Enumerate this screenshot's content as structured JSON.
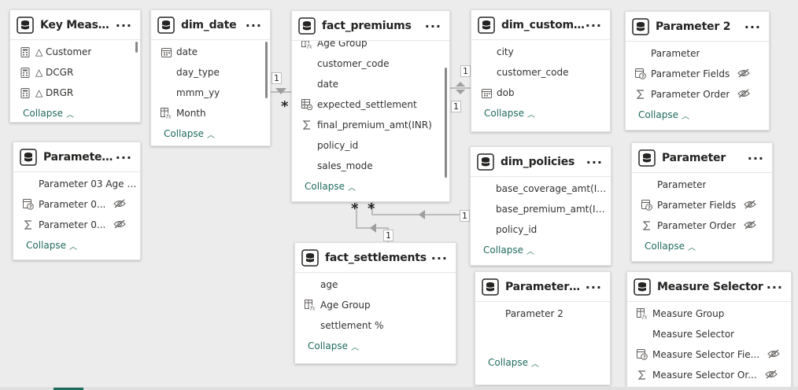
{
  "tables": {
    "key_measures": {
      "title": "Key Measures",
      "fields": [
        {
          "name": "△ Customer",
          "icon": "calculator-icon"
        },
        {
          "name": "△ DCGR",
          "icon": "calculator-icon"
        },
        {
          "name": "△ DRGR",
          "icon": "calculator-icon"
        }
      ],
      "collapse": "Collapse"
    },
    "dim_date": {
      "title": "dim_date",
      "fields": [
        {
          "name": "date",
          "icon": "calendar-icon"
        },
        {
          "name": "day_type",
          "icon": ""
        },
        {
          "name": "mmm_yy",
          "icon": ""
        },
        {
          "name": "Month",
          "icon": "calculated-column-icon"
        }
      ],
      "collapse": "Collapse"
    },
    "fact_premiums": {
      "title": "fact_premiums",
      "fields": [
        {
          "name": "Age Group",
          "icon": "calculated-column-icon"
        },
        {
          "name": "customer_code",
          "icon": ""
        },
        {
          "name": "date",
          "icon": ""
        },
        {
          "name": "expected_settlement",
          "icon": "calculated-table-icon"
        },
        {
          "name": "final_premium_amt(INR)",
          "icon": "sigma-icon"
        },
        {
          "name": "policy_id",
          "icon": ""
        },
        {
          "name": "sales_mode",
          "icon": ""
        }
      ],
      "collapse": "Collapse"
    },
    "dim_customer": {
      "title": "dim_customer",
      "fields": [
        {
          "name": "city",
          "icon": ""
        },
        {
          "name": "customer_code",
          "icon": ""
        },
        {
          "name": "dob",
          "icon": "calendar-icon"
        }
      ],
      "collapse": "Collapse"
    },
    "parameter_2": {
      "title": "Parameter 2",
      "fields": [
        {
          "name": "Parameter",
          "icon": ""
        },
        {
          "name": "Parameter Fields",
          "icon": "parameter-field-icon",
          "hidden": true
        },
        {
          "name": "Parameter Order",
          "icon": "sigma-icon",
          "hidden": true
        }
      ],
      "collapse": "Collapse"
    },
    "parameter_03": {
      "title": "Parameter 0...",
      "fields": [
        {
          "name": "Parameter 03 Age Gr...",
          "icon": ""
        },
        {
          "name": "Parameter 0...",
          "icon": "parameter-field-icon",
          "hidden": true
        },
        {
          "name": "Parameter 0...",
          "icon": "sigma-icon",
          "hidden": true
        }
      ],
      "collapse": "Collapse"
    },
    "dim_policies": {
      "title": "dim_policies",
      "fields": [
        {
          "name": "base_coverage_amt(INR)",
          "icon": ""
        },
        {
          "name": "base_premium_amt(INR)",
          "icon": ""
        },
        {
          "name": "policy_id",
          "icon": ""
        }
      ],
      "collapse": "Collapse"
    },
    "parameter": {
      "title": "Parameter",
      "fields": [
        {
          "name": "Parameter",
          "icon": ""
        },
        {
          "name": "Parameter Fields",
          "icon": "parameter-field-icon",
          "hidden": true
        },
        {
          "name": "Parameter Order",
          "icon": "sigma-icon",
          "hidden": true
        }
      ],
      "collapse": "Collapse"
    },
    "fact_settlements": {
      "title": "fact_settlements",
      "fields": [
        {
          "name": "age",
          "icon": ""
        },
        {
          "name": "Age Group",
          "icon": "calculated-column-icon"
        },
        {
          "name": "settlement %",
          "icon": ""
        }
      ],
      "collapse": "Collapse"
    },
    "parameter_table": {
      "title": "ParameterTable",
      "fields": [
        {
          "name": "Parameter 2",
          "icon": ""
        }
      ],
      "collapse": "Collapse"
    },
    "measure_selector": {
      "title": "Measure Selector",
      "fields": [
        {
          "name": "Measure Group",
          "icon": "calculated-column-icon"
        },
        {
          "name": "Measure Selector",
          "icon": ""
        },
        {
          "name": "Measure Selector Fie...",
          "icon": "parameter-field-icon",
          "hidden": true
        },
        {
          "name": "Measure Selector Or...",
          "icon": "sigma-icon",
          "hidden": true
        }
      ],
      "collapse": "Collapse"
    }
  },
  "relationships": {
    "one": "1",
    "many": "*"
  },
  "colors": {
    "accent": "#1f6b5e",
    "line": "#9e9e9e",
    "canvas": "#ececec"
  }
}
